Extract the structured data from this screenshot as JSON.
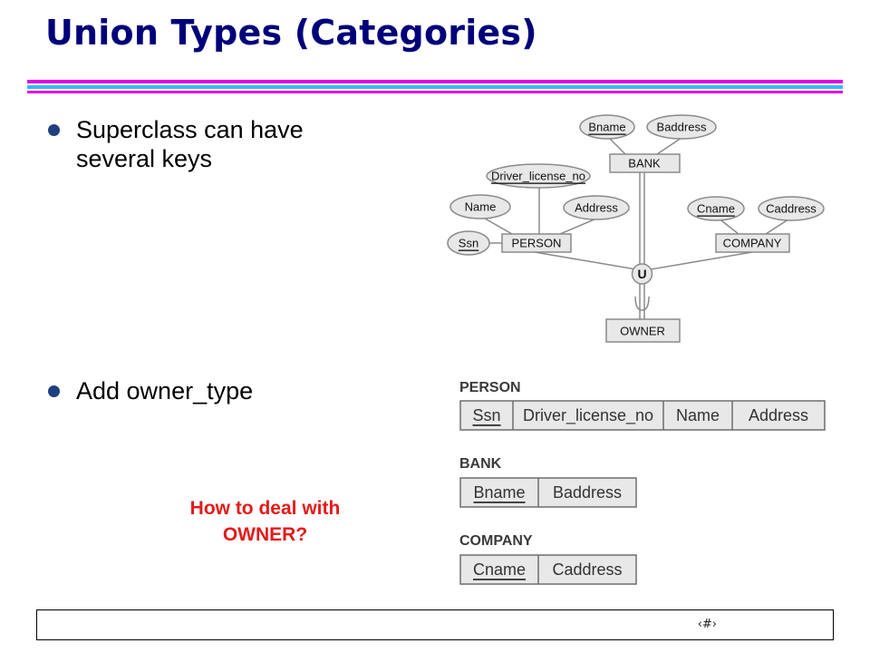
{
  "slide": {
    "title": "Union Types (Categories)",
    "bullets": [
      "Superclass can have\nseveral keys",
      "Add owner_type"
    ],
    "question": "How to deal with\nOWNER?",
    "page_number": "‹#›"
  },
  "colors": {
    "title": "#00007a",
    "rule_magenta": "#e000e0",
    "rule_cyan": "#33bbff",
    "bullet_dot": "#1f3f7f",
    "question": "#e51a1a",
    "diagram_box_fill": "#e8e8e8",
    "diagram_line": "#8a8a8a"
  },
  "er_diagram": {
    "entities": {
      "bank": "BANK",
      "person": "PERSON",
      "company": "COMPANY",
      "owner": "OWNER"
    },
    "attributes": {
      "bname": "Bname",
      "baddress": "Baddress",
      "driver_license_no": "Driver_license_no",
      "name": "Name",
      "address": "Address",
      "ssn": "Ssn",
      "cname": "Cname",
      "caddress": "Caddress"
    },
    "union_symbol": "U"
  },
  "schemas": [
    {
      "name": "PERSON",
      "columns": [
        "Ssn",
        "Driver_license_no",
        "Name",
        "Address"
      ],
      "key": [
        "Ssn"
      ]
    },
    {
      "name": "BANK",
      "columns": [
        "Bname",
        "Baddress"
      ],
      "key": [
        "Bname"
      ]
    },
    {
      "name": "COMPANY",
      "columns": [
        "Cname",
        "Caddress"
      ],
      "key": [
        "Cname"
      ]
    }
  ]
}
